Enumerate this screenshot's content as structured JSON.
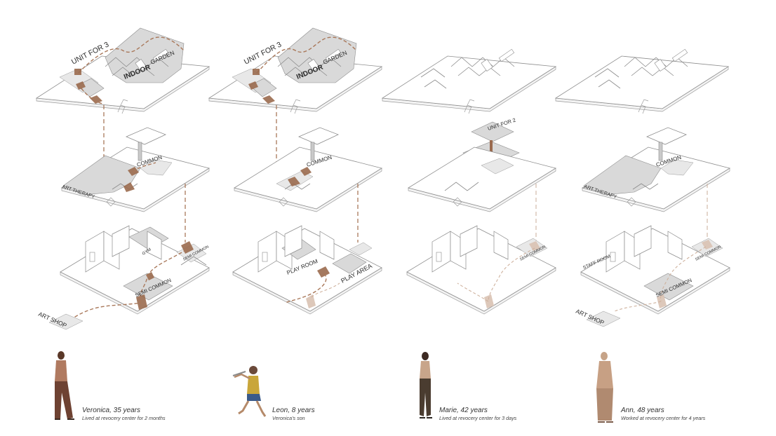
{
  "labels": {
    "unit_for_3": "UNIT FOR 3",
    "unit_for_2": "UNIT FOR 2",
    "indoor": "INDOOR",
    "garden": "GARDEN",
    "common": "COMMON",
    "art_therapy": "ART THERAPY",
    "gym": "GYM",
    "semi_common": "SEMI COMMON",
    "art_shop": "ART SHOP",
    "play_room": "PLAY ROOM",
    "play_area": "PLAY AREA",
    "staff_room": "STAFF ROOM"
  },
  "people": [
    {
      "name": "Veronica, 35 years",
      "desc": "Lived at revocery center for 2 months"
    },
    {
      "name": "Leon, 8 years",
      "desc": "Veronica's son"
    },
    {
      "name": "Marie, 42 years",
      "desc": "Lived at revocery center for 3 days"
    },
    {
      "name": "Ann, 48 years",
      "desc": "Worked at revocery center for 4 years"
    }
  ],
  "colors": {
    "path": "#a9785a",
    "highlight": "#9a6a4e",
    "shade": "#d9d9d9",
    "line": "#8e8e8e"
  }
}
